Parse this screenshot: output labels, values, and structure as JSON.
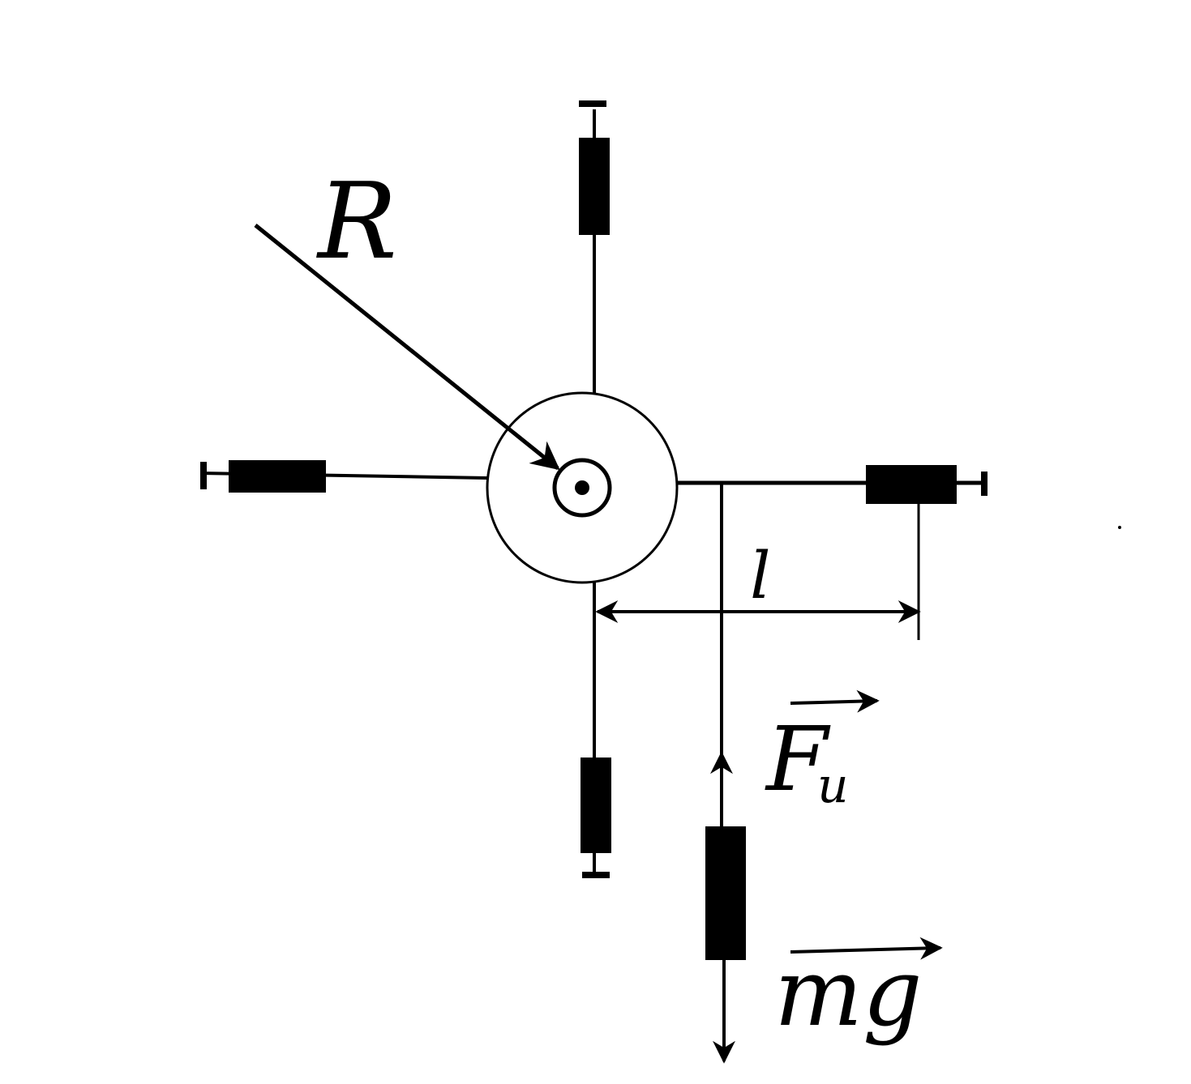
{
  "labels": {
    "radius": "R",
    "lever_arm": "l",
    "inertial_force": "F",
    "inertial_force_subscript": "и",
    "gravity": "mg"
  },
  "colors": {
    "ink": "#000000",
    "background": "#ffffff"
  }
}
